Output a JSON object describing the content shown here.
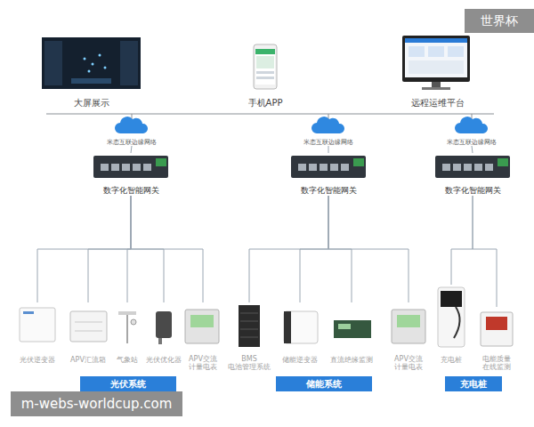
{
  "diagram": {
    "nodes": [
      {
        "text": [
          "大屏展示"
        ]
      },
      {
        "text": [
          "手机APP"
        ]
      },
      {
        "text": [
          "远程运维平台"
        ]
      },
      {
        "text": [
          "米态互联边缘网络"
        ]
      },
      {
        "text": [
          "米态互联边缘网络"
        ]
      },
      {
        "text": [
          "米态互联边缘网络"
        ]
      },
      {
        "text": [
          "数字化智能网关"
        ]
      },
      {
        "text": [
          "数字化智能网关"
        ]
      },
      {
        "text": [
          "数字化智能网关"
        ]
      },
      {
        "text": [
          "光伏逆变器"
        ]
      },
      {
        "text": [
          "APV汇流箱"
        ]
      },
      {
        "text": [
          "气象站"
        ]
      },
      {
        "text": [
          "光伏优化器"
        ]
      },
      {
        "text": [
          "APV交流 计量电表"
        ]
      },
      {
        "text": [
          "BMS 电池管理系统"
        ]
      },
      {
        "text": [
          "储能逆变器"
        ]
      },
      {
        "text": [
          "直流绝缘监测"
        ]
      },
      {
        "text": [
          "APV交流 计量电表"
        ]
      },
      {
        "text": [
          "充电桩"
        ]
      },
      {
        "text": [
          "电能质量 在线监测"
        ]
      },
      {
        "text": [
          "光伏系统"
        ]
      },
      {
        "text": [
          "储能系统"
        ]
      },
      {
        "text": [
          "充电桩"
        ]
      }
    ],
    "edges": [
      {
        "from": 3,
        "to": 6,
        "arrow": "none"
      },
      {
        "from": 4,
        "to": 7,
        "arrow": "none"
      },
      {
        "from": 5,
        "to": 8,
        "arrow": "none"
      },
      {
        "from": 6,
        "to": 9,
        "arrow": "none"
      },
      {
        "from": 6,
        "to": 10,
        "arrow": "none"
      },
      {
        "from": 6,
        "to": 11,
        "arrow": "none"
      },
      {
        "from": 6,
        "to": 12,
        "arrow": "none"
      },
      {
        "from": 6,
        "to": 13,
        "arrow": "none"
      },
      {
        "from": 7,
        "to": 14,
        "arrow": "none"
      },
      {
        "from": 7,
        "to": 15,
        "arrow": "none"
      },
      {
        "from": 7,
        "to": 16,
        "arrow": "none"
      },
      {
        "from": 7,
        "to": 17,
        "arrow": "none"
      },
      {
        "from": 8,
        "to": 18,
        "arrow": "none"
      },
      {
        "from": 8,
        "to": 19,
        "arrow": "none"
      }
    ],
    "labels": [
      "世界杯",
      "m-webs-worldcup.com"
    ]
  }
}
